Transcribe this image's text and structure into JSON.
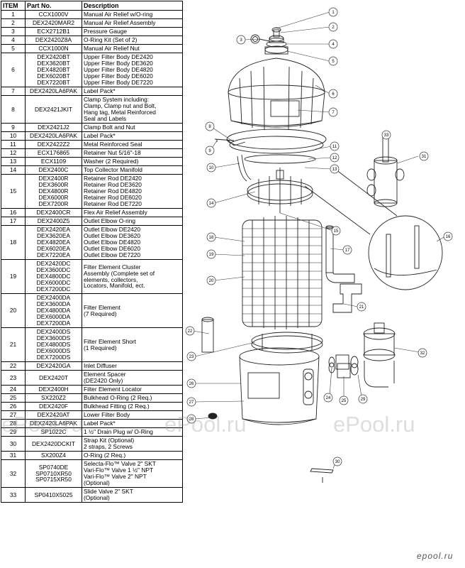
{
  "table": {
    "headers": {
      "item": "ITEM",
      "part": "Part No.",
      "desc": "Description"
    },
    "rows": [
      {
        "item": "1",
        "parts": [
          "CCX1000V"
        ],
        "desc": [
          "Manual Air Relief w/O-ring"
        ]
      },
      {
        "item": "2",
        "parts": [
          "DEX2420MAR2"
        ],
        "desc": [
          "Manual Air Relief Assembly"
        ]
      },
      {
        "item": "3",
        "parts": [
          "ECX2712B1"
        ],
        "desc": [
          "Pressure Gauge"
        ]
      },
      {
        "item": "4",
        "parts": [
          "DEX2420Z8A"
        ],
        "desc": [
          "O-Ring Kit (Set of 2)"
        ]
      },
      {
        "item": "5",
        "parts": [
          "CCX1000N"
        ],
        "desc": [
          "Manual Air Relief Nut"
        ]
      },
      {
        "item": "6",
        "parts": [
          "DEX2420BT",
          "DEX3620BT",
          "DEX4820BT",
          "DEX6020BT",
          "DEX7220BT"
        ],
        "desc": [
          "Upper Filter Body DE2420",
          "Upper Filter Body DE3620",
          "Upper Filter Body DE4820",
          "Upper Filter Body DE6020",
          "Upper Filter Body DE7220"
        ]
      },
      {
        "item": "7",
        "parts": [
          "DEX2420LA6PAK"
        ],
        "desc": [
          "Label Pack*"
        ]
      },
      {
        "item": "8",
        "parts": [
          "DEX2421JKIT"
        ],
        "desc": [
          "Clamp System including:",
          "Clamp, Clamp nut and Bolt,",
          "Hang tag, Metal Reinforced",
          "Seal and Labels"
        ]
      },
      {
        "item": "9",
        "parts": [
          "DEX2421J2"
        ],
        "desc": [
          "Clamp Bolt and Nut"
        ]
      },
      {
        "item": "10",
        "parts": [
          "DEX2420LA6PAK"
        ],
        "desc": [
          "Label Pack*"
        ]
      },
      {
        "item": "11",
        "parts": [
          "DEX2422Z2"
        ],
        "desc": [
          "Metal Reinforced Seal"
        ]
      },
      {
        "item": "12",
        "parts": [
          "ECX176865"
        ],
        "desc": [
          "Retainer Nut 5/16\"-18"
        ]
      },
      {
        "item": "13",
        "parts": [
          "ECX1109"
        ],
        "desc": [
          "Washer (2 Required)"
        ]
      },
      {
        "item": "14",
        "parts": [
          "DEX2400C"
        ],
        "desc": [
          "Top Collector Manifold"
        ]
      },
      {
        "item": "15",
        "parts": [
          "DEX2400R",
          "DEX3600R",
          "DEX4800R",
          "DEX6000R",
          "DEX7200R"
        ],
        "desc": [
          "Retainer Rod DE2420",
          "Retainer Rod DE3620",
          "Retainer Rod DE4820",
          "Retainer Rod DE6020",
          "Retainer Rod DE7220"
        ]
      },
      {
        "item": "16",
        "parts": [
          "DEX2400CR"
        ],
        "desc": [
          "Flex Air Relief Assembly"
        ]
      },
      {
        "item": "17",
        "parts": [
          "DEX2400Z5"
        ],
        "desc": [
          "Outlet Elbow O-ring"
        ]
      },
      {
        "item": "18",
        "parts": [
          "DEX2420EA",
          "DEX3620EA",
          "DEX4820EA",
          "DEX6020EA",
          "DEX7220EA"
        ],
        "desc": [
          "Outlet Elbow DE2420",
          "Outlet Elbow DE3620",
          "Outlet Elbow DE4820",
          "Outlet Elbow DE6020",
          "Outlet Elbow DE7220"
        ]
      },
      {
        "item": "19",
        "parts": [
          "DEX2420DC",
          "DEX3600DC",
          "DEX4800DC",
          "DEX6000DC",
          "DEX7200DC"
        ],
        "desc": [
          "Filter Element Cluster",
          "Assembly (Complete set of",
          "elements, collectors,",
          "Locators, Manifold, ect."
        ]
      },
      {
        "item": "20",
        "parts": [
          "DEX2400DA",
          "DEX3600DA",
          "DEX4800DA",
          "DEX6000DA",
          "DEX7200DA"
        ],
        "desc": [
          "Filter Element",
          "(7 Required)"
        ]
      },
      {
        "item": "21",
        "parts": [
          "DEX2400DS",
          "DEX3600DS",
          "DEX4800DS",
          "DEX6000DS",
          "DEX7200DS"
        ],
        "desc": [
          "Filter Element Short",
          "(1 Required)"
        ]
      },
      {
        "item": "22",
        "parts": [
          "DEX2420GA"
        ],
        "desc": [
          "Inlet Diffuser"
        ]
      },
      {
        "item": "23",
        "parts": [
          "DEX2420T"
        ],
        "desc": [
          "Element Spacer",
          "(DE2420 Only)"
        ]
      },
      {
        "item": "24",
        "parts": [
          "DEX2400H"
        ],
        "desc": [
          "Filter Element Locator"
        ]
      },
      {
        "item": "25",
        "parts": [
          "SX220Z2"
        ],
        "desc": [
          "Bulkhead O-Ring (2 Req.)"
        ]
      },
      {
        "item": "26",
        "parts": [
          "DEX2420F"
        ],
        "desc": [
          "Bulkhead Fitting (2 Req.)"
        ]
      },
      {
        "item": "27",
        "parts": [
          "DEX2420AT"
        ],
        "desc": [
          "Lower Filter Body"
        ]
      },
      {
        "item": "28",
        "parts": [
          "DEX2420LA6PAK"
        ],
        "desc": [
          "Label Pack*"
        ]
      },
      {
        "item": "29",
        "parts": [
          "SP1022C"
        ],
        "desc": [
          "1 ½\" Drain Plug w/ O-Ring"
        ]
      },
      {
        "item": "30",
        "parts": [
          "DEX2420DCKIT"
        ],
        "desc": [
          "Strap Kit    (Optional)",
          "2 straps, 2 Screws"
        ]
      },
      {
        "item": "31",
        "parts": [
          "SX200Z4"
        ],
        "desc": [
          "O-Ring (2 Req.)"
        ]
      },
      {
        "item": "32",
        "parts": [
          "SP0740DE",
          "SP0710XR50",
          "SP0715XR50"
        ],
        "desc": [
          "Selecta-Flo™ Valve 2\" SKT",
          "Vari-Flo™  Valve 1 ½\" NPT",
          "Vari-Flo™  Valve 2\" NPT",
          "(Optional)"
        ]
      },
      {
        "item": "33",
        "parts": [
          "SP0410X5025"
        ],
        "desc": [
          "Slide Valve 2\" SKT",
          "(Optional)"
        ]
      }
    ]
  },
  "watermark": {
    "text": "ePool.ru",
    "logo": "epool.ru"
  },
  "diagram": {
    "callouts": [
      "1",
      "2",
      "3",
      "4",
      "5",
      "6",
      "7",
      "8",
      "9",
      "10",
      "11",
      "12",
      "13",
      "14",
      "15",
      "16",
      "17",
      "18",
      "19",
      "20",
      "21",
      "22",
      "23",
      "24",
      "25",
      "26",
      "27",
      "28",
      "29",
      "30",
      "31",
      "32",
      "33"
    ],
    "line_color": "#333333"
  }
}
